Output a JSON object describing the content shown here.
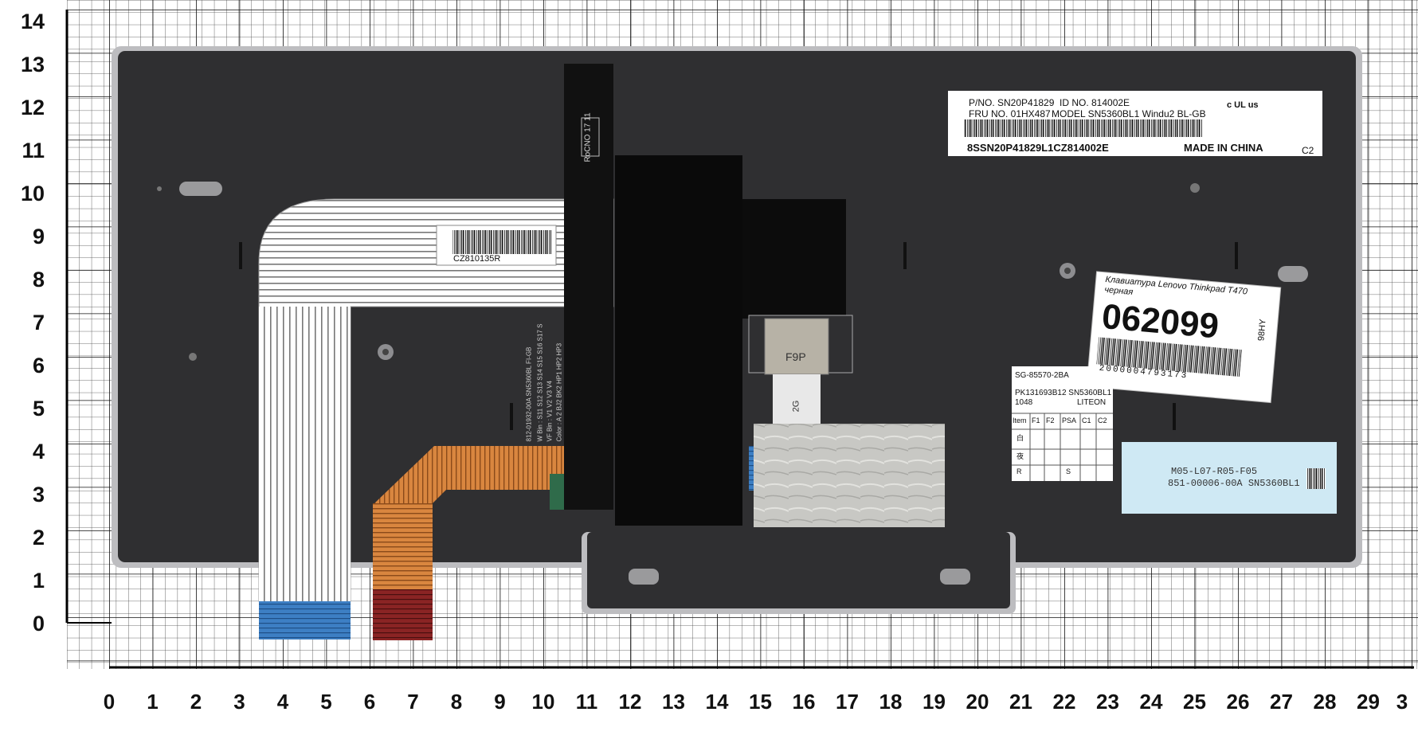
{
  "colors": {
    "board": "#2f2f31",
    "frame": "#bdbdc0",
    "ribbon_flat": "#ffffff",
    "ribbon_orange": "#c9722e",
    "ribbon_blue": "#3d7fc4",
    "ribbon_red": "#7b1d1d",
    "label_blue": "#cfe9f4",
    "grid": "#222222"
  },
  "ruler": {
    "y_ticks": [
      "0",
      "1",
      "2",
      "3",
      "4",
      "5",
      "6",
      "7",
      "8",
      "9",
      "10",
      "11",
      "12",
      "13",
      "14"
    ],
    "x_ticks": [
      "0",
      "1",
      "2",
      "3",
      "4",
      "5",
      "6",
      "7",
      "8",
      "9",
      "10",
      "11",
      "12",
      "13",
      "14",
      "15",
      "16",
      "17",
      "18",
      "19",
      "20",
      "21",
      "22",
      "23",
      "24",
      "25",
      "26",
      "27",
      "28",
      "29",
      "3"
    ]
  },
  "main_label": {
    "pno": "P/NO. SN20P41829",
    "idno": "ID NO. 814002E",
    "fru": "FRU NO. 01HX487",
    "model": "MODEL SN5360BL1 Windu2 BL-GB",
    "serial": "8SSN20P41829L1CZ814002E",
    "made_in": "MADE IN CHINA",
    "corner": "C2",
    "ul_mark": "c UL us"
  },
  "ribbon_label": {
    "code": "CZ810135R"
  },
  "vertical_label": {
    "text": "RoCNO 17 11"
  },
  "strip_label": {
    "line1": "812-01932-00A SN5360BL FI-GB",
    "line2": "W Bin : S11 S12 S13 S14 S15 S16 S17 S",
    "line3": "VF Bin : V1 V2 V3 V4",
    "line4": "Color : A 2 BJ2 BK2 HP1 HP2 HP3"
  },
  "stock_label": {
    "title": "Клавиатура Lenovo Thinkpad T470 черная",
    "number": "062099",
    "side": "98HY",
    "barcode_digits": "2000004793173"
  },
  "liteon_label": {
    "line1": "SG-85570-2BA",
    "line2": "PK131693B12 SN5360BL1",
    "line3": "1048",
    "vendor": "LITEON",
    "headers": [
      "Item",
      "F1",
      "F2",
      "PSA",
      "C1",
      "C2"
    ],
    "row_labels": [
      "白",
      "夜",
      "R"
    ],
    "s_mark": "S"
  },
  "blue_label": {
    "line1": "M05-L07-R05-F05",
    "line2": "851-00006-00A SN5360BL1"
  },
  "connector_mark": "F9P",
  "connector_mark2": "2G"
}
